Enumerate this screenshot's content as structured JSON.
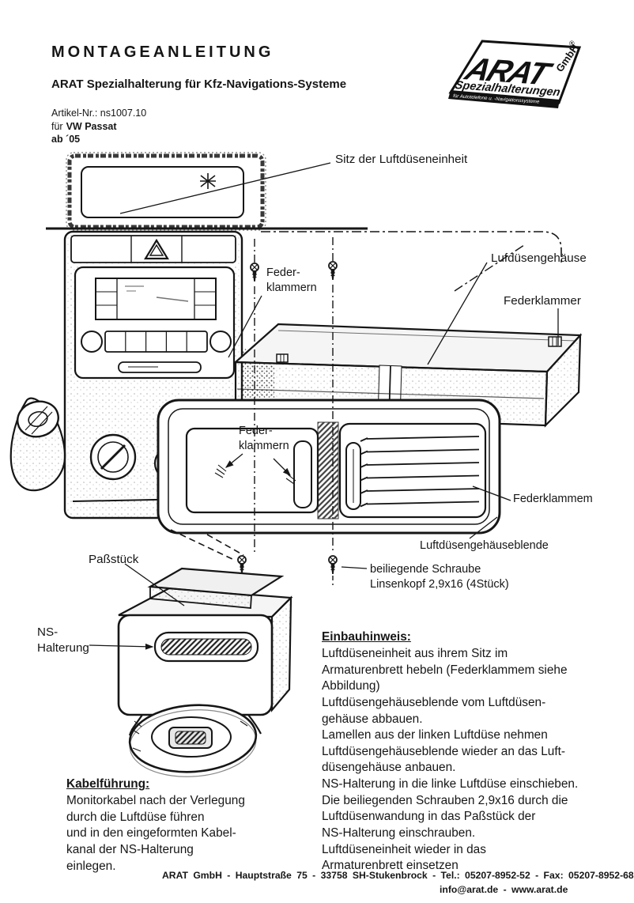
{
  "header": {
    "title": "MONTAGEANLEITUNG",
    "subtitle": "ARAT Spezialhalterung für Kfz-Navigations-Systeme",
    "article_no": "Artikel-Nr.: ns1007.10",
    "vehicle_prefix": "für",
    "vehicle": "VW Passat",
    "model_year": "ab ´05"
  },
  "logo": {
    "brand": "ARAT",
    "registered": "®",
    "gmbh": "GmbH",
    "tagline": "Spezialhalterungen",
    "subtagline": "für Autotelefone u. -Navigationssysteme"
  },
  "diagram_labels": {
    "seat": "Sitz der Luftdüseneinheit",
    "spring_clips_top": "Feder-\nklammern",
    "housing": "Lufdüsengehäuse",
    "spring_clip_right": "Federklammer",
    "spring_clips_inner": "Feder-\nklammern",
    "spring_clips_right": "Federklammem",
    "bezel": "Luftdüsengehäuseblende",
    "screw_note": "beiliegende Schraube\nLinsenkopf 2,9x16 (4Stück)",
    "fitting": "Paßstück",
    "ns_mount": "NS-\nHalterung"
  },
  "instructions": {
    "heading": "Einbauhinweis:",
    "lines": [
      "Luftdüseneinheit aus ihrem Sitz im",
      "Armaturenbrett hebeln (Federklammem siehe",
      "Abbildung)",
      "Luftdüsengehäuseblende vom Luftdüsen-",
      "gehäuse  abbauen.",
      "Lamellen aus der linken Luftdüse nehmen",
      "Luftdüsengehäuseblende wieder an das Luft-",
      "düsengehäuse   anbauen.",
      "NS-Halterung in die linke Luftdüse einschieben.",
      "Die beiliegenden Schrauben 2,9x16 durch die",
      "Luftdüsenwandung in das Paßstück der",
      "NS-Halterung einschrauben.",
      "Luftdüseneinheit wieder in das",
      "Armaturenbrett einsetzen"
    ]
  },
  "cable_guide": {
    "heading": "Kabelführung:",
    "lines": [
      "Monitorkabel nach der Verlegung",
      "durch die Luftdüse führen",
      "und in den eingeformten Kabel-",
      "kanal der NS-Halterung",
      "einlegen."
    ]
  },
  "footer": {
    "line1": "ARAT GmbH - Hauptstraße 75 - 33758 SH-Stukenbrock - Tel.: 05207-8952-52 - Fax: 05207-8952-68",
    "line2": "info@arat.de - www.arat.de"
  }
}
